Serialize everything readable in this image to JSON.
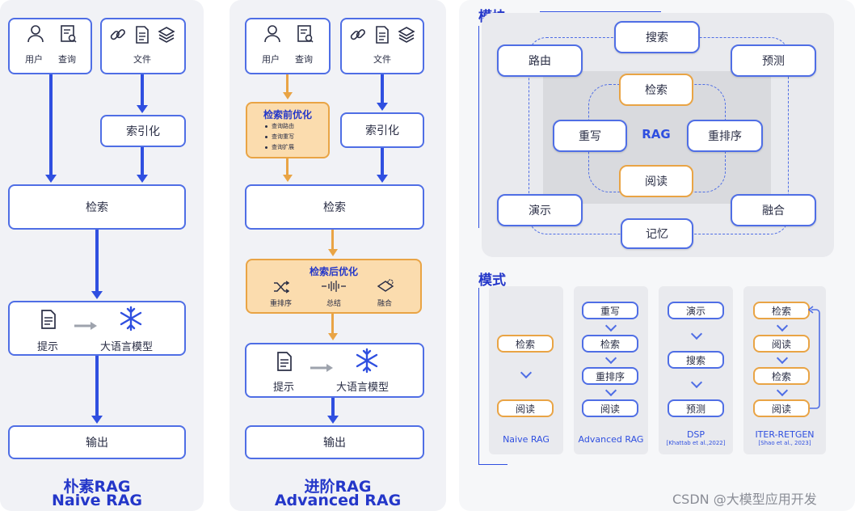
{
  "naive": {
    "user": "用户",
    "query": "查询",
    "file": "文件",
    "index": "索引化",
    "retrieve": "检索",
    "prompt": "提示",
    "llm": "大语言模型",
    "output": "输出",
    "title_cn": "朴素RAG",
    "title_en": "Naive RAG"
  },
  "advanced": {
    "user": "用户",
    "query": "查询",
    "file": "文件",
    "index": "索引化",
    "pre_title": "检索前优化",
    "pre_items": [
      "查询路由",
      "查询重写",
      "查询扩展"
    ],
    "retrieve": "检索",
    "post_title": "检索后优化",
    "post_items": [
      "重排序",
      "总结",
      "融合"
    ],
    "prompt": "提示",
    "llm": "大语言模型",
    "output": "输出",
    "title_cn": "进阶RAG",
    "title_en": "Advanced RAG"
  },
  "modules": {
    "heading": "模块",
    "outer": [
      "搜索",
      "路由",
      "预测",
      "演示",
      "融合",
      "记忆"
    ],
    "inner": [
      "检索",
      "重写",
      "重排序",
      "阅读"
    ],
    "center": "RAG"
  },
  "patterns": {
    "heading": "模式",
    "naive": {
      "items": [
        "检索",
        "阅读"
      ],
      "label": "Naive RAG"
    },
    "advanced": {
      "items": [
        "重写",
        "检索",
        "重排序",
        "阅读"
      ],
      "label": "Advanced RAG"
    },
    "dsp": {
      "items": [
        "演示",
        "搜索",
        "预测"
      ],
      "label": "DSP",
      "sub": "[Khattab et al.,2022]"
    },
    "iter": {
      "items": [
        "检索",
        "阅读",
        "检索",
        "阅读"
      ],
      "label": "ITER-RETGEN",
      "sub": "[Shao et al., 2023]"
    }
  },
  "watermark": "CSDN @大模型应用开发"
}
